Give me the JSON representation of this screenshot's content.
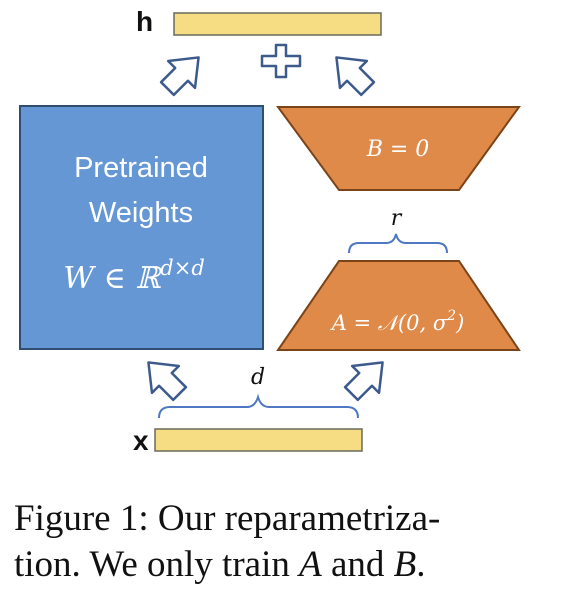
{
  "diagram": {
    "output_label": "h",
    "input_label": "x",
    "pretrained_box": {
      "line1": "Pretrained",
      "line2": "Weights",
      "formula_main": "W ∈ ℝ",
      "formula_sup": "d×d"
    },
    "b_matrix_label": "B = 0",
    "a_matrix_label_main": "A = 𝒩(0, σ",
    "a_matrix_label_sup": "2",
    "a_matrix_label_end": ")",
    "rank_label": "r",
    "dim_label": "d",
    "plus_symbol": "+",
    "colors": {
      "pretrained_fill": "#6597d4",
      "pretrained_stroke": "#2f4e74",
      "adapter_fill": "#e08a4a",
      "adapter_stroke": "#7b4418",
      "vector_fill": "#f6dc83",
      "vector_stroke": "#6a6a5a",
      "bracket": "#4f78c4",
      "arrow_stroke": "#3c5a8c"
    }
  },
  "caption": {
    "line1_text": "Figure 1: Our reparametriza-",
    "line2_part1": "tion. We only train ",
    "line2_a": "A",
    "line2_part2": " and ",
    "line2_b": "B",
    "line2_end": "."
  }
}
